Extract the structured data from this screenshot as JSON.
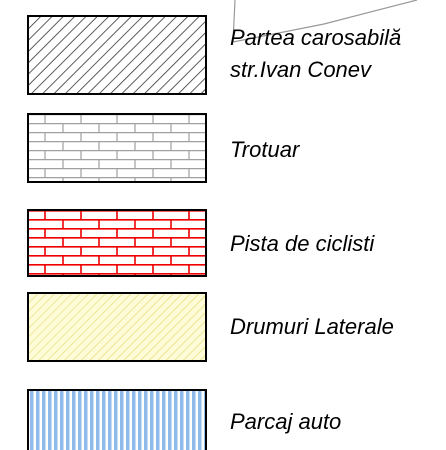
{
  "legend": {
    "items": [
      {
        "id": "road",
        "label_line1": "Partea carosabilă",
        "label_line2": "str.Ivan Conev",
        "pattern": "diagonal-hatch",
        "line_color": "#333333",
        "fill": "#ffffff"
      },
      {
        "id": "sidewalk",
        "label_line1": "Trotuar",
        "pattern": "brick",
        "line_color": "#a0a0a0",
        "fill": "#ffffff"
      },
      {
        "id": "bike",
        "label_line1": "Pista de ciclisti",
        "pattern": "brick",
        "line_color": "#ee0000",
        "fill": "#ffffff"
      },
      {
        "id": "lateral",
        "label_line1": "Drumuri Laterale",
        "pattern": "diagonal-hatch",
        "line_color": "#e3dc6a",
        "fill": "#fdfbd8"
      },
      {
        "id": "parking",
        "label_line1": "Parcaj auto",
        "pattern": "vertical-stripes",
        "line_color": "#8fbbea",
        "fill": "#ffffff"
      }
    ]
  }
}
